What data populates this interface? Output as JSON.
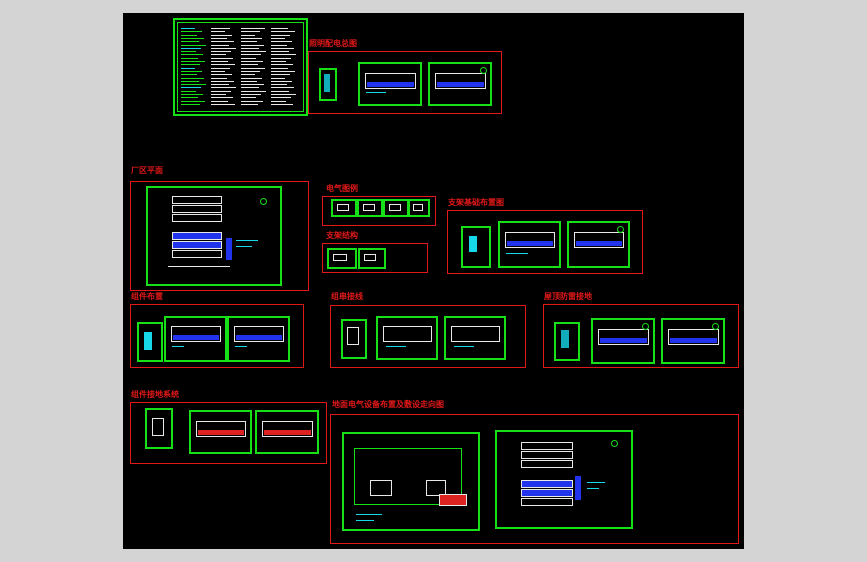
{
  "sections": {
    "lighting_distribution": "照明配电总图",
    "plant_plan": "厂区平面",
    "electrical_diagram": "电气图例",
    "support_structure": "支架结构",
    "support_foundation": "支架基础布置图",
    "module_layout": "组件布置",
    "string_wiring": "组串接线",
    "roof_grounding": "屋顶防雷接地",
    "combiner_grounding": "组件接地系统",
    "ground_equipment": "地面电气设备布置及敷设走向图"
  },
  "colors": {
    "canvas": "#000000",
    "viewport": "#d4d4d4",
    "frame_red": "#e01818",
    "sheet_green": "#16e016",
    "cyan": "#17d8e8",
    "blue": "#2233ee",
    "white": "#e8e8e8"
  },
  "icons": [
    "north-arrow-icon"
  ]
}
